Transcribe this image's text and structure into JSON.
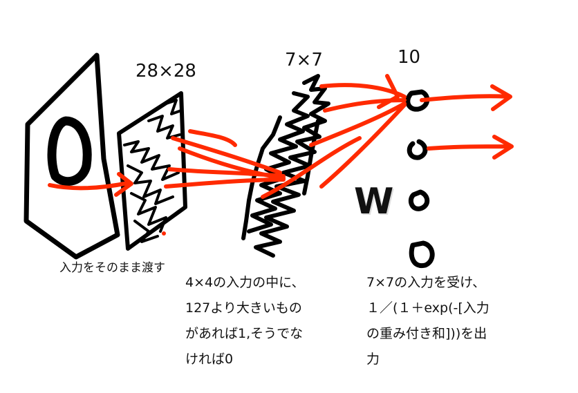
{
  "labels": {
    "input_size": "28×28",
    "hidden_size": "7×7",
    "output_size": "10",
    "weights": "W"
  },
  "captions": {
    "input_layer": "入力をそのまま渡す",
    "hidden_layer": [
      "4×4の入力の中に、",
      "127より大きいもの",
      "があれば1,そうでな",
      "ければ0"
    ],
    "output_layer": [
      "7×7の入力を受け、",
      "１／(１＋exp(-[入力",
      "の重み付き和]))を出",
      "力"
    ]
  },
  "colors": {
    "ink": "#000000",
    "arrows": "#ff2a00"
  }
}
